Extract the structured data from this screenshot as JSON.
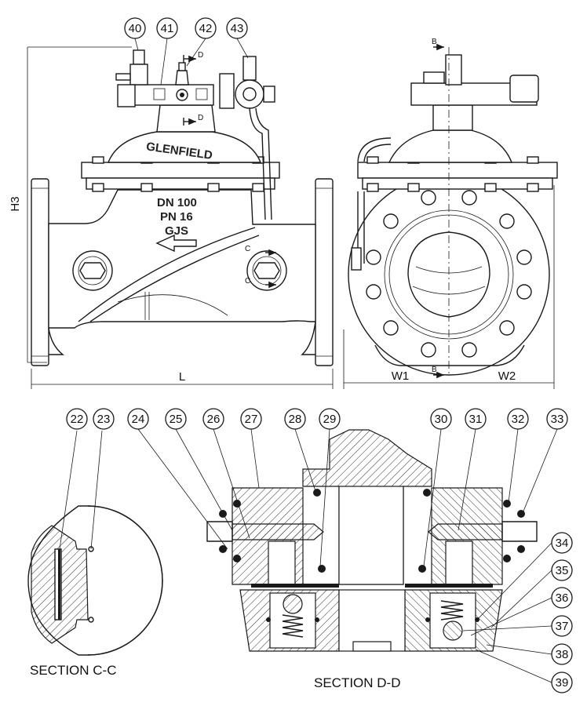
{
  "callouts": {
    "top": [
      "40",
      "41",
      "42",
      "43"
    ],
    "section_cc": [
      "22",
      "23"
    ],
    "section_dd_left": [
      "24",
      "25",
      "26",
      "27",
      "28",
      "29"
    ],
    "section_dd_right": [
      "30",
      "31",
      "32",
      "33"
    ],
    "section_dd_side": [
      "34",
      "35",
      "36",
      "37",
      "38",
      "39"
    ]
  },
  "dimensions": {
    "height": "H3",
    "length": "L",
    "width_left": "W1",
    "width_right": "W2"
  },
  "section_marks": {
    "d": "D",
    "c": "C",
    "b": "B"
  },
  "casting_text": {
    "brand": "GLENFIELD",
    "size": "DN 100",
    "pressure": "PN 16",
    "material": "GJS"
  },
  "section_titles": {
    "cc": "SECTION C-C",
    "dd": "SECTION D-D"
  },
  "colors": {
    "line": "#1a1a1a",
    "background": "#ffffff"
  }
}
